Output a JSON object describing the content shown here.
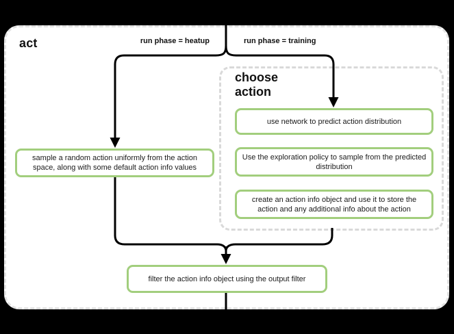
{
  "diagram": {
    "title": "act",
    "branches": {
      "left_label": "run phase = heatup",
      "right_label": "run phase = training"
    },
    "heatup_step": "sample a random action uniformly from the action space, along with some default action info values",
    "choose_action_group": {
      "title": "choose action",
      "steps": [
        "use network to predict action distribution",
        "Use the exploration policy to sample from the predicted distribution",
        "create an action info object and use it to store the action and any additional info about the action"
      ]
    },
    "merge_step": "filter the action info object using the output filter"
  },
  "colors": {
    "background": "#000000",
    "canvas": "#ffffff",
    "step_border": "#a2ce7d",
    "dashed_border": "#d9d9d9",
    "flow_line": "#000000",
    "text": "#1a1a1a"
  }
}
